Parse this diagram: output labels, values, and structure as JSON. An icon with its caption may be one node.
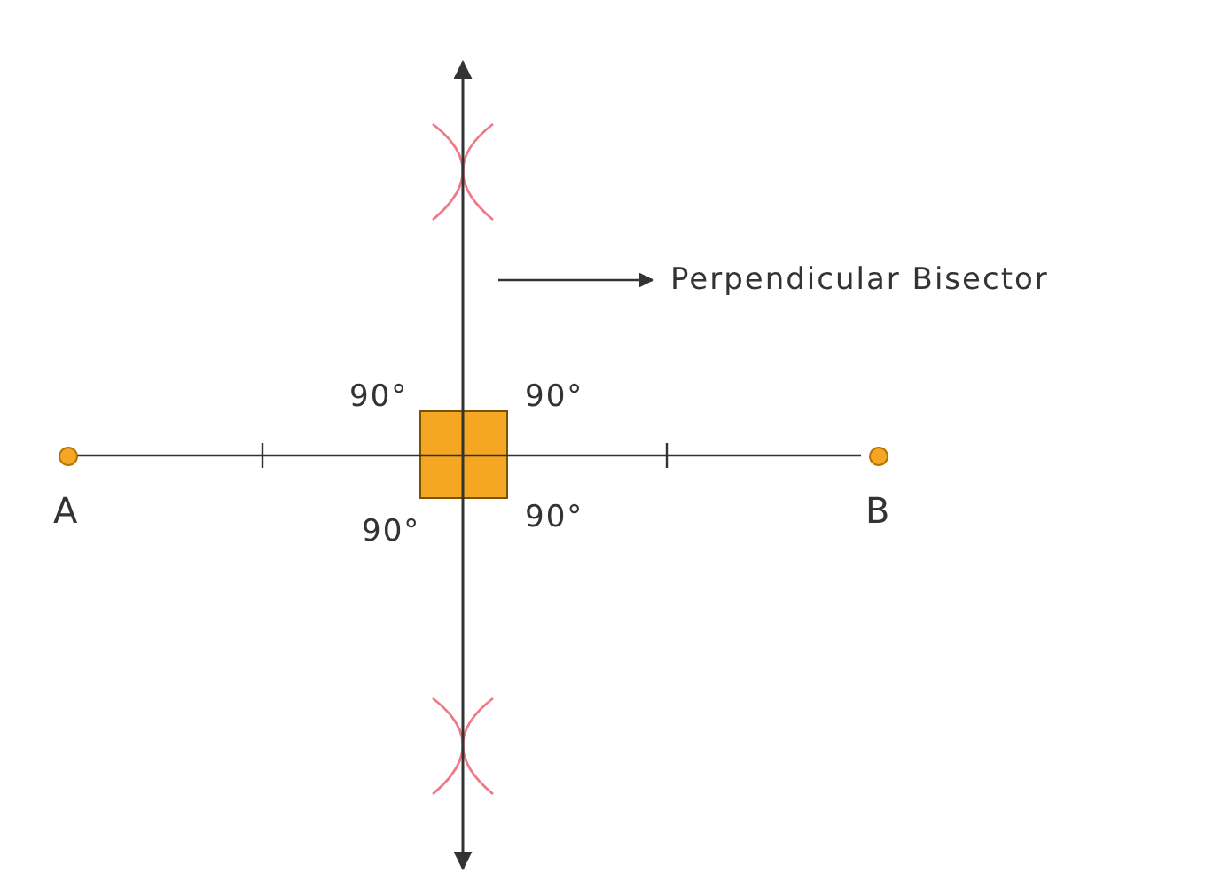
{
  "diagram": {
    "nodes": [
      {
        "text": [],
        "shape": "circle",
        "beside": [
          "A"
        ]
      },
      {
        "text": [],
        "shape": "circle",
        "beside": [
          "B"
        ]
      },
      {
        "text": [
          "Perpendicular Bisector"
        ]
      },
      {
        "text": [],
        "shape": "line"
      }
    ],
    "edges": [
      {
        "from": 0,
        "to": 1,
        "arrow": "none"
      },
      {
        "from": 3,
        "to": 2,
        "arrow": "to"
      }
    ],
    "labels": [
      "90°",
      "90°",
      "90°",
      "90°"
    ]
  }
}
